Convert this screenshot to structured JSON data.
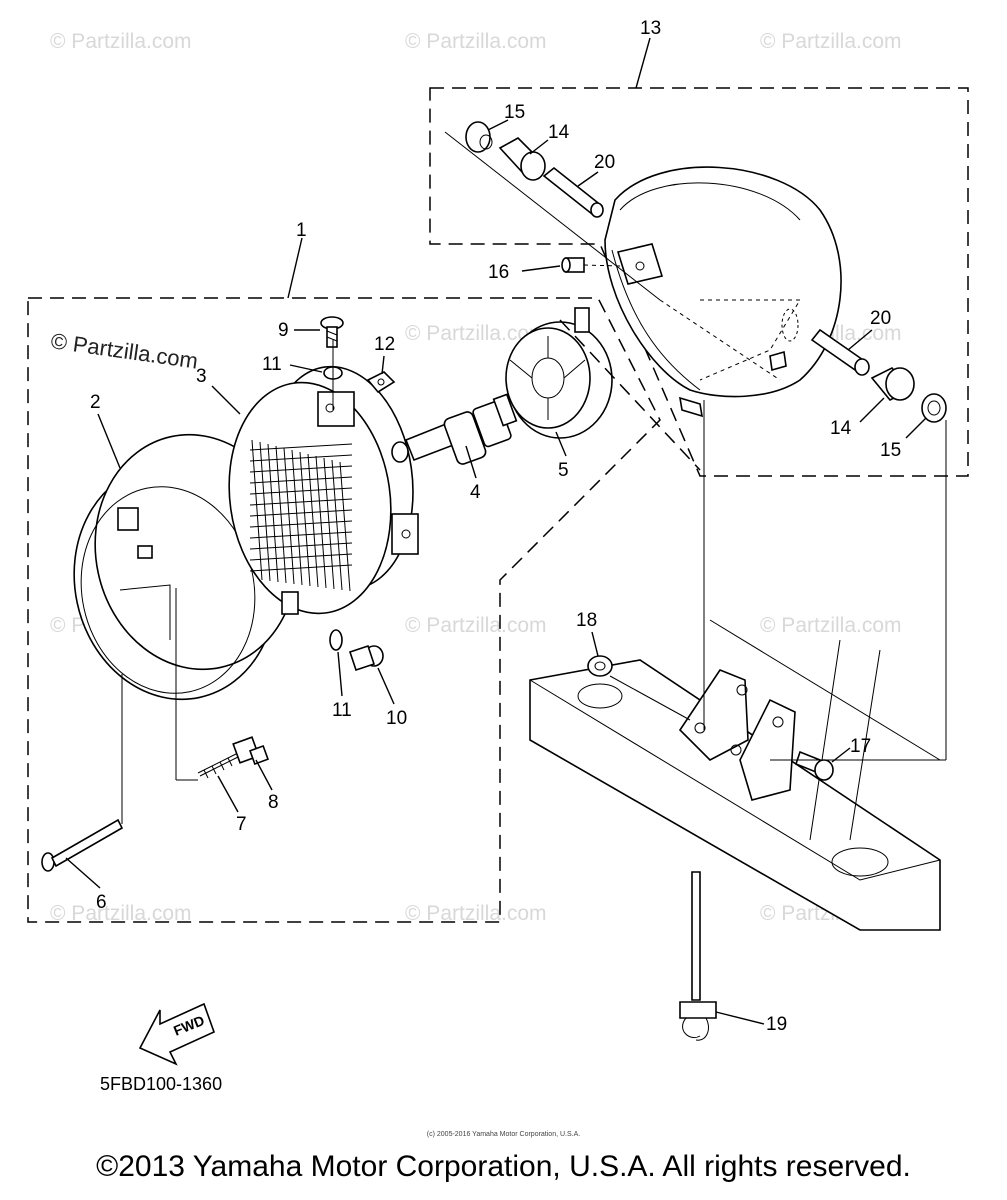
{
  "watermark_text": "© Partzilla.com",
  "watermark_prominent": "© Partzilla.com",
  "diagram_code": "5FBD100-1360",
  "fwd_label": "FWD",
  "copyright": "©2013 Yamaha Motor Corporation, U.S.A. All rights reserved.",
  "copyright_small": "(c) 2005-2016 Yamaha Motor Corporation, U.S.A.",
  "callouts": {
    "c1": "1",
    "c2": "2",
    "c3": "3",
    "c4": "4",
    "c5": "5",
    "c6": "6",
    "c7": "7",
    "c8": "8",
    "c9": "9",
    "c10": "10",
    "c11a": "11",
    "c11b": "11",
    "c12": "12",
    "c13": "13",
    "c14a": "14",
    "c14b": "14",
    "c15a": "15",
    "c15b": "15",
    "c16": "16",
    "c17": "17",
    "c18": "18",
    "c19": "19",
    "c20a": "20",
    "c20b": "20"
  }
}
